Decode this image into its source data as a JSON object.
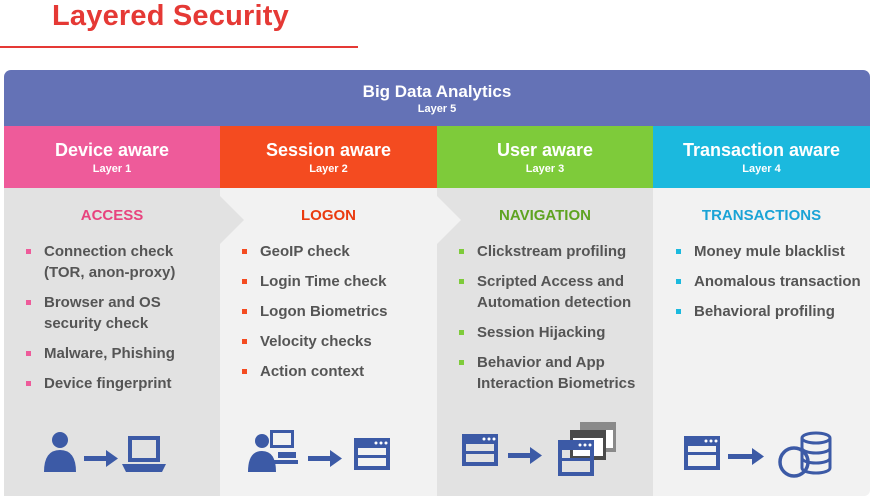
{
  "title": "Layered Security",
  "top": {
    "heading": "Big Data Analytics",
    "sub": "Layer 5",
    "color": "#6472b6"
  },
  "columns": [
    {
      "heading": "Device aware",
      "sub": "Layer 1",
      "color": "#ee5b9a",
      "section": "ACCESS",
      "section_color": "#e8437e",
      "items": [
        "Connection check (TOR, anon-proxy)",
        "Browser and OS security check",
        "Malware, Phishing",
        "Device fingerprint"
      ],
      "icons": [
        "user-icon",
        "arrow-right-icon",
        "laptop-icon"
      ]
    },
    {
      "heading": "Session aware",
      "sub": "Layer 2",
      "color": "#f44b20",
      "section": "LOGON",
      "section_color": "#ea3a0f",
      "items": [
        "GeoIP check",
        "Login Time check",
        "Logon Biometrics",
        "Velocity checks",
        "Action context"
      ],
      "icons": [
        "user-at-computer-icon",
        "arrow-right-icon",
        "web-window-icon"
      ]
    },
    {
      "heading": "User aware",
      "sub": "Layer 3",
      "color": "#7ecb3a",
      "section": "NAVIGATION",
      "section_color": "#5ea321",
      "items": [
        "Clickstream profiling",
        "Scripted Access and Automation detection",
        "Session Hijacking",
        "Behavior and App Interaction Biometrics"
      ],
      "icons": [
        "web-window-icon",
        "arrow-right-icon",
        "stacked-windows-icon"
      ]
    },
    {
      "heading": "Transaction aware",
      "sub": "Layer 4",
      "color": "#1bb9de",
      "section": "TRANSACTIONS",
      "section_color": "#1aa3d6",
      "items": [
        "Money mule blacklist",
        "Anomalous transaction",
        "Behavioral profiling"
      ],
      "icons": [
        "web-window-icon",
        "arrow-right-icon",
        "coins-icon"
      ]
    }
  ],
  "panel_colors": [
    "#e2e2e2",
    "#f2f2f2",
    "#e2e2e2",
    "#f2f2f2"
  ],
  "icon_color": "#3c5aa6"
}
